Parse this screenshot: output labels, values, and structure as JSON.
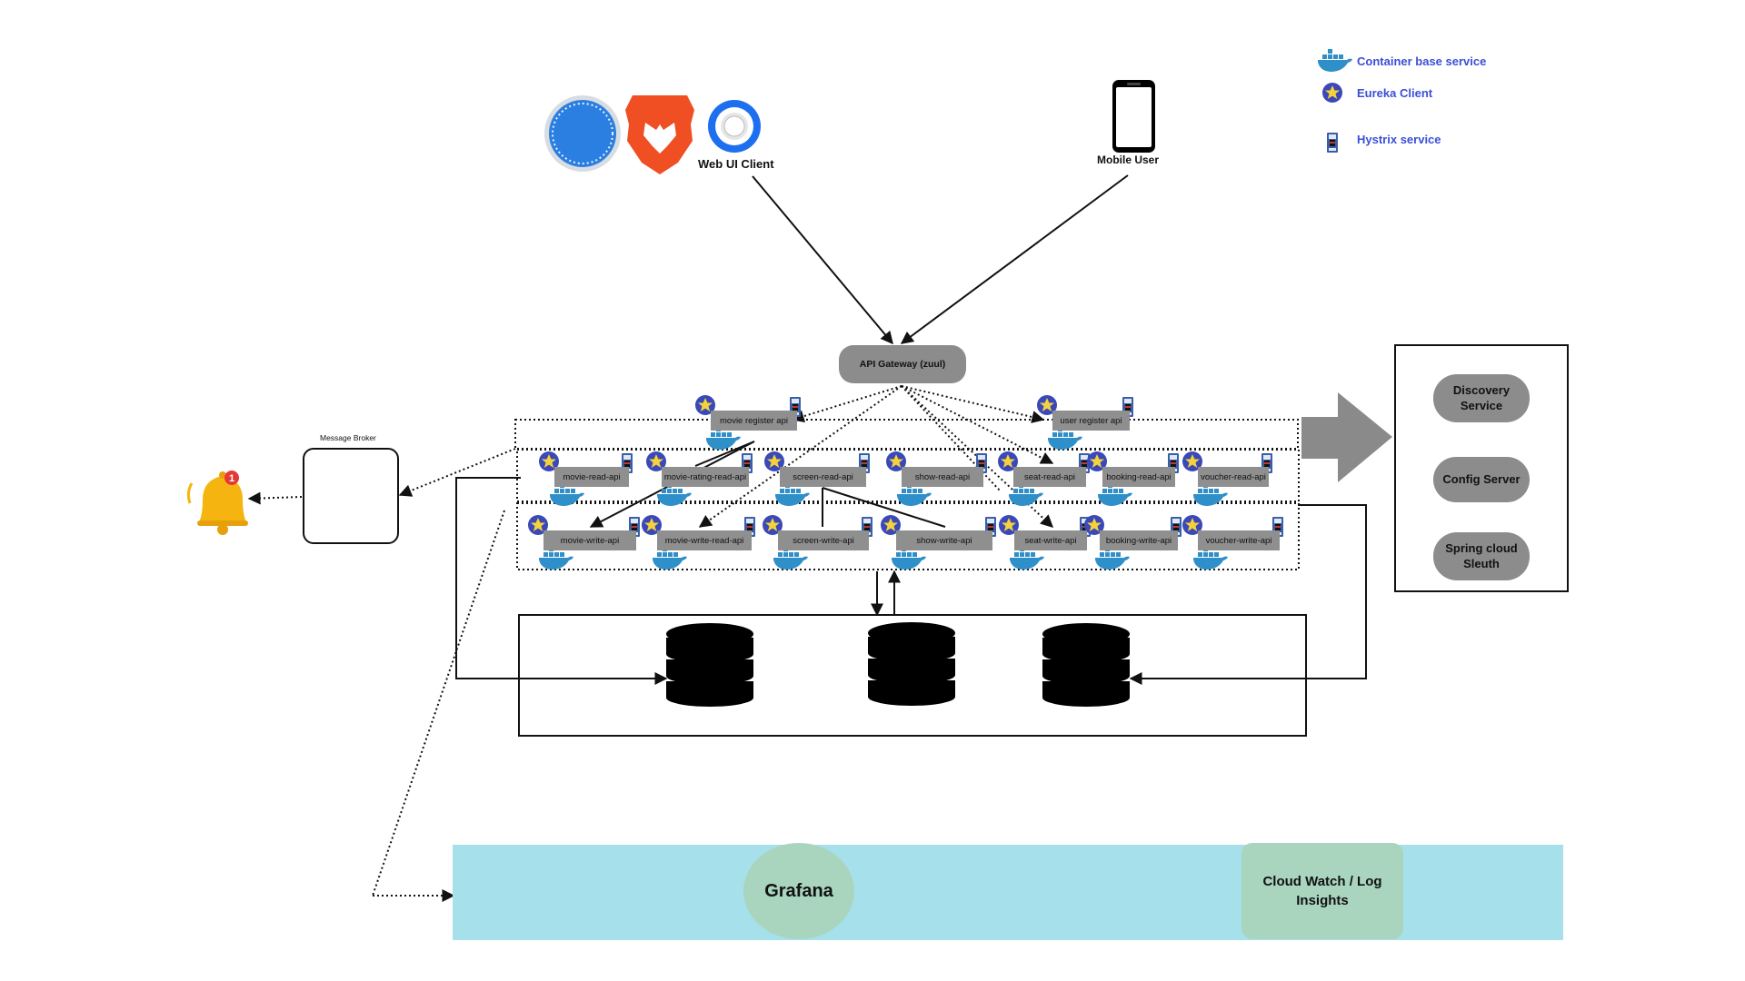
{
  "legend": {
    "items": [
      {
        "label": "Container base service",
        "icon": "docker-whale-icon"
      },
      {
        "label": "Eureka Client",
        "icon": "eureka-star-icon"
      },
      {
        "label": "Hystrix service",
        "icon": "hystrix-breaker-icon"
      }
    ]
  },
  "clients": {
    "web_label": "Web UI Client",
    "mobile_label": "Mobile User",
    "browser_icons": [
      "safari-icon",
      "brave-icon",
      "chrome-icon"
    ]
  },
  "gateway": {
    "label": "API Gateway (zuul)"
  },
  "broker": {
    "label": "Message Broker"
  },
  "services": {
    "register_row": [
      "movie register api",
      "user register api"
    ],
    "read_row": [
      "movie-read-api",
      "movie-rating-read-api",
      "screen-read-api",
      "show-read-api",
      "seat-read-api",
      "booking-read-api",
      "voucher-read-api"
    ],
    "write_row": [
      "movie-write-api",
      "movie-write-read-api",
      "screen-write-api",
      "show-write-api",
      "seat-write-api",
      "booking-write-api",
      "voucher-write-api"
    ]
  },
  "config_panel": {
    "discovery": "Discovery Service",
    "config": "Config Server",
    "sleuth": "Spring cloud Sleuth"
  },
  "monitoring": {
    "grafana": "Grafana",
    "cloudwatch": "Cloud Watch / Log Insights"
  },
  "colors": {
    "legend_text": "#3b4fd8",
    "service_box": "#8f8f8f",
    "monitor_band": "#a6e0ea",
    "monitor_node": "#a9d5bf",
    "arrow_big": "#8a8a8a"
  }
}
